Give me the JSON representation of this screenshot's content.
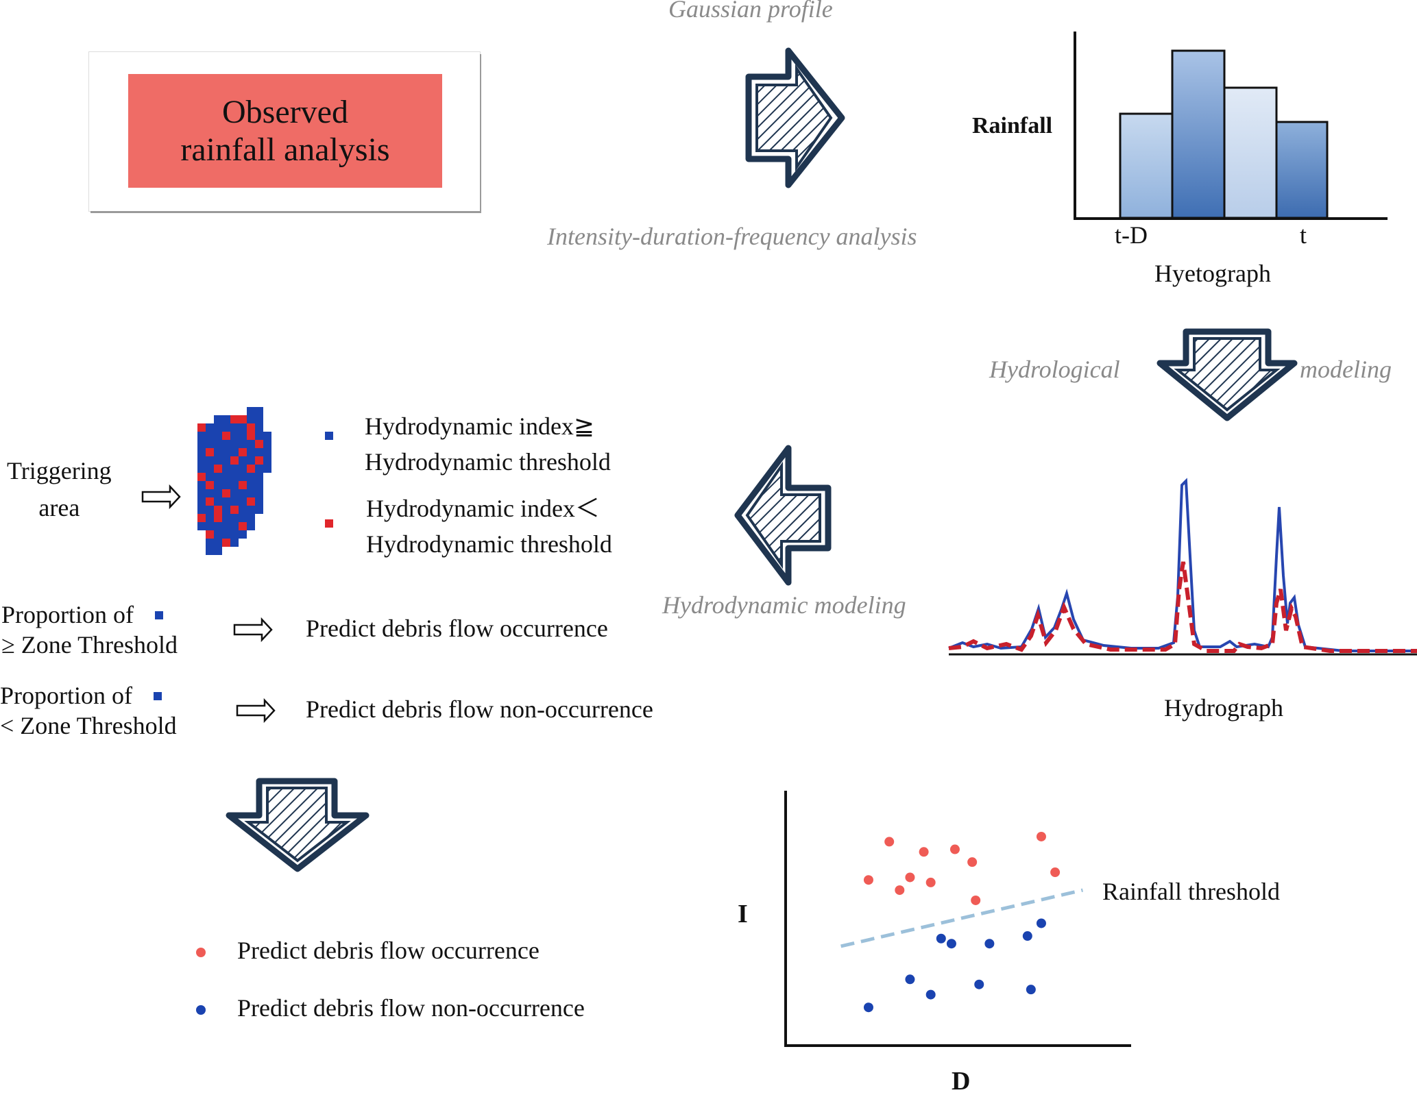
{
  "top_box": {
    "title": "Observed\nrainfall analysis",
    "color": "#ef6c66"
  },
  "labels": {
    "gaussian": "Gaussian profile",
    "idf": "Intensity-duration-frequency analysis",
    "hydrological_left": "Hydrological",
    "hydrological_right": "modeling",
    "hydrodynamic_a": "Hydrodynamic",
    "hydrodynamic_b": "modeling"
  },
  "hyetograph": {
    "ylabel": "Rainfall",
    "tick_start": "t-D",
    "tick_end": "t",
    "caption": "Hyetograph",
    "bars": [
      0.62,
      1.0,
      0.8,
      0.55
    ]
  },
  "hydrograph": {
    "caption": "Hydrograph"
  },
  "triggering": {
    "label": "Triggering\narea",
    "legend_blue": "Hydrodynamic index≧\nHydrodynamic threshold",
    "legend_red": "Hydrodynamic index＜\nHydrodynamic threshold",
    "blue": "#1a43b0",
    "red": "#e0262b"
  },
  "rules": [
    {
      "line1": "Proportion of",
      "line2": "≥  Zone Threshold",
      "result": "Predict debris flow occurrence"
    },
    {
      "line1": "Proportion of",
      "line2": "<  Zone Threshold",
      "result": "Predict debris flow non-occurrence"
    }
  ],
  "legend_bottom": [
    {
      "label": "Predict debris flow occurrence",
      "color": "#ef5b55"
    },
    {
      "label": "Predict debris flow non-occurrence",
      "color": "#1a43b0"
    }
  ],
  "chart_data": {
    "type": "scatter",
    "xlabel": "D",
    "ylabel": "I",
    "annotation": "Rainfall threshold",
    "series": [
      {
        "name": "Predict debris flow occurrence",
        "color": "#ef5b55",
        "points": [
          [
            0.3,
            0.8
          ],
          [
            0.4,
            0.76
          ],
          [
            0.49,
            0.77
          ],
          [
            0.54,
            0.72
          ],
          [
            0.74,
            0.82
          ],
          [
            0.24,
            0.65
          ],
          [
            0.36,
            0.66
          ],
          [
            0.42,
            0.64
          ],
          [
            0.33,
            0.61
          ],
          [
            0.55,
            0.57
          ],
          [
            0.78,
            0.68
          ]
        ]
      },
      {
        "name": "Predict debris flow non-occurrence",
        "color": "#1a43b0",
        "points": [
          [
            0.45,
            0.42
          ],
          [
            0.48,
            0.4
          ],
          [
            0.59,
            0.4
          ],
          [
            0.7,
            0.43
          ],
          [
            0.74,
            0.48
          ],
          [
            0.36,
            0.26
          ],
          [
            0.56,
            0.24
          ],
          [
            0.42,
            0.2
          ],
          [
            0.71,
            0.22
          ],
          [
            0.24,
            0.15
          ]
        ]
      }
    ],
    "threshold_line": [
      [
        0.16,
        0.39
      ],
      [
        0.86,
        0.61
      ]
    ]
  }
}
